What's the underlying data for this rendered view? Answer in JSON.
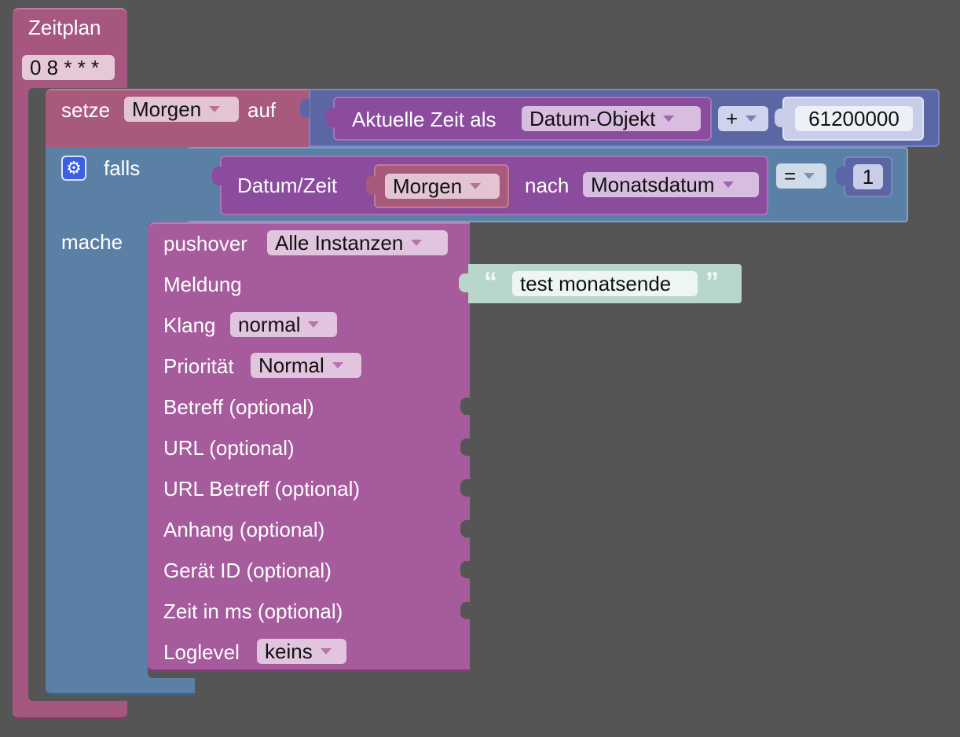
{
  "schedule": {
    "title": "Zeitplan",
    "cron": "0 8 * * *"
  },
  "set_block": {
    "setze": "setze",
    "variable": "Morgen",
    "auf": "auf",
    "time_label": "Aktuelle Zeit als",
    "time_format": "Datum-Objekt",
    "operator": "+",
    "number": "61200000"
  },
  "if_block": {
    "falls": "falls",
    "mache": "mache",
    "datetime_label": "Datum/Zeit",
    "variable": "Morgen",
    "nach": "nach",
    "format": "Monatsdatum",
    "compare_op": "=",
    "value": "1"
  },
  "pushover": {
    "label": "pushover",
    "instance": "Alle Instanzen",
    "message_label": "Meldung",
    "message_text": "test monatsende",
    "quote_open": "“",
    "quote_close": "”",
    "sound_label": "Klang",
    "sound": "normal",
    "priority_label": "Priorität",
    "priority": "Normal",
    "inputs": [
      "Betreff (optional)",
      "URL (optional)",
      "URL Betreff (optional)",
      "Anhang (optional)",
      "Gerät ID (optional)",
      "Zeit in ms (optional)"
    ],
    "loglevel_label": "Loglevel",
    "loglevel": "keins"
  },
  "colors": {
    "workspace": "#555555",
    "schedule_block": "#a5577f",
    "set_block": "#a85a7c",
    "math_block": "#5b67a5",
    "time_block": "#8b4c9e",
    "if_block": "#5b80a5",
    "compare_block": "#5b80a5",
    "number_block": "#5b67a5",
    "pushover_block": "#a55b9c",
    "text_block": "#b8d6c9",
    "gear_icon": "#3b60e0"
  }
}
